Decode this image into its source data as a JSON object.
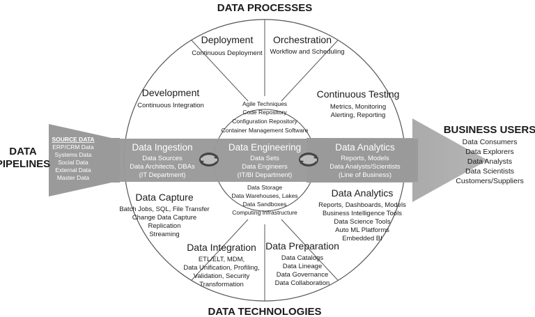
{
  "headings": {
    "top": "DATA PROCESSES",
    "bottom": "DATA TECHNOLOGIES",
    "left": [
      "DATA",
      "PIPELINES"
    ],
    "right": "BUSINESS USERS"
  },
  "source_data": {
    "title": "SOURCE DATA",
    "items": [
      "ERP/CRM Data",
      "Systems Data",
      "Social Data",
      "External Data",
      "Master Data"
    ]
  },
  "business_users": [
    "Data Consumers",
    "Data Explorers",
    "Data Analysts",
    "Data Scientists",
    "Customers/Suppliers"
  ],
  "top_segments": {
    "deployment": {
      "title": "Deployment",
      "lines": [
        "Continuous Deployment"
      ]
    },
    "orchestration": {
      "title": "Orchestration",
      "lines": [
        "Workflow and Scheduling"
      ]
    },
    "development": {
      "title": "Development",
      "lines": [
        "Continuous Integration"
      ]
    },
    "continuous_testing": {
      "title": "Continuous Testing",
      "lines": [
        "Metrics, Monitoring",
        "Alerting, Reporting"
      ]
    }
  },
  "bottom_segments": {
    "data_capture": {
      "title": "Data Capture",
      "lines": [
        "Batch Jobs, SQL, File Transfer",
        "Change Data Capture",
        "Replication",
        "Streaming"
      ]
    },
    "data_analytics_tools": {
      "title": "Data Analytics",
      "lines": [
        "Reports, Dashboards, Models",
        "Business Intelligence Tools",
        "Data Science Tools",
        "Auto ML Platforms",
        "Embedded BI"
      ]
    },
    "data_integration": {
      "title": "Data Integration",
      "lines": [
        "ETL/ELT, MDM,",
        "Data Unification, Profiling,",
        "Validation, Security",
        "Transformation"
      ]
    },
    "data_preparation": {
      "title": "Data Preparation",
      "lines": [
        "Data Catalogs",
        "Data Lineage",
        "Data Governance",
        "Data Collaboration"
      ]
    }
  },
  "core_top": [
    "Agile Techniques",
    "Code Repository",
    "Configuration Repository",
    "Container Management Software"
  ],
  "core_bottom": [
    "Data Storage",
    "Data Warehouses, Lakes",
    "Data Sandboxes",
    "Computing Infrastructure"
  ],
  "band": {
    "ingestion": {
      "title": "Data Ingestion",
      "lines": [
        "Data Sources",
        "Data Architects, DBAs",
        "(IT Department)"
      ]
    },
    "engineering": {
      "title": "Data Engineering",
      "lines": [
        "Data Sets",
        "Data Engineers",
        "(IT/BI Department)"
      ]
    },
    "analytics": {
      "title": "Data Analytics",
      "lines": [
        "Reports, Models",
        "Data Analysts/Scientists",
        "(Line of Business)"
      ]
    }
  },
  "colors": {
    "band": "#9a9a9a",
    "arrow": "#a8a8a8",
    "outline": "#555555",
    "text": "#1a1a1a"
  }
}
